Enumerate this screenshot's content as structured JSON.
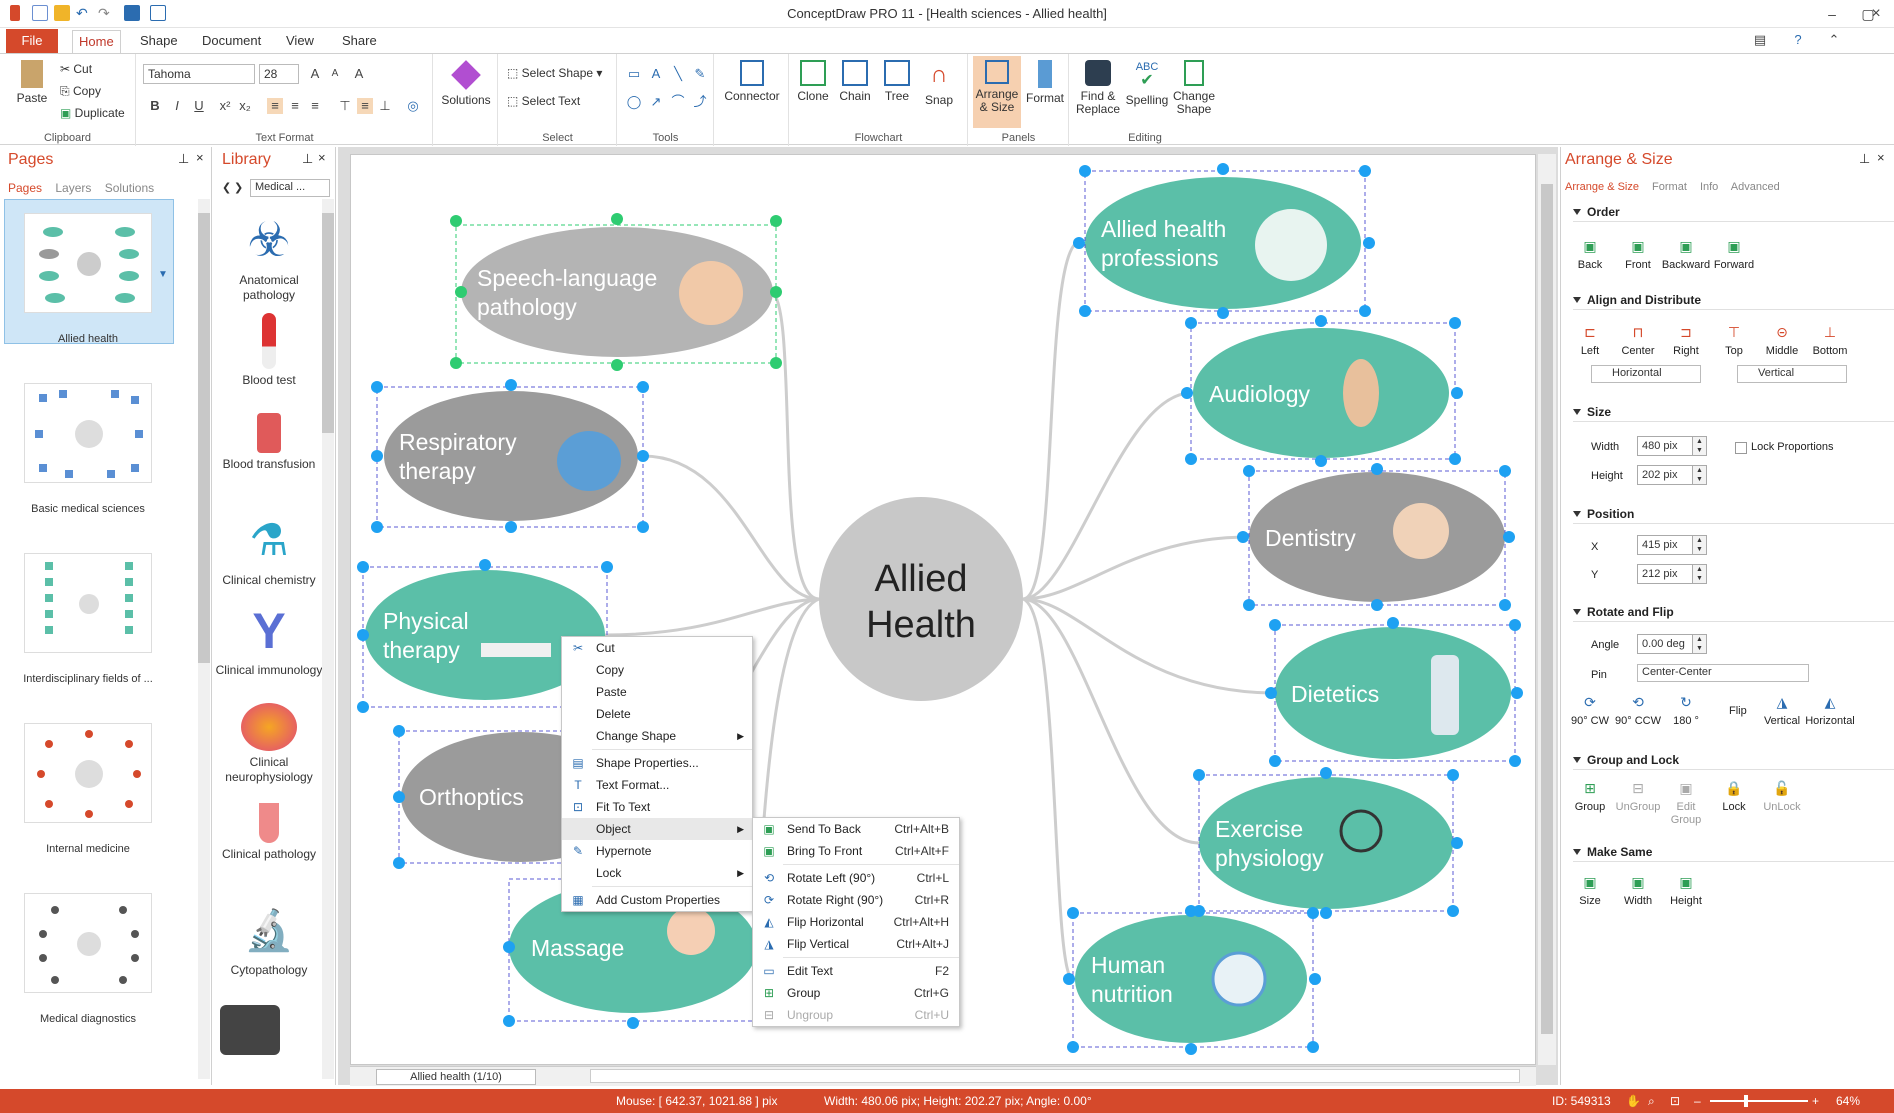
{
  "window": {
    "title": "ConceptDraw PRO 11 - [Health sciences - Allied health]"
  },
  "tabs": {
    "file": "File",
    "items": [
      "Home",
      "Shape",
      "Document",
      "View",
      "Share"
    ],
    "active": "Home"
  },
  "ribbon": {
    "clipboard": {
      "label": "Clipboard",
      "paste": "Paste",
      "cut": "Cut",
      "copy": "Copy",
      "duplicate": "Duplicate"
    },
    "text_format": {
      "label": "Text Format",
      "font": "Tahoma",
      "size": "28"
    },
    "solutions": "Solutions",
    "select": {
      "label": "Select",
      "select_shape": "Select Shape",
      "select_text": "Select Text"
    },
    "tools": {
      "label": "Tools"
    },
    "connector": "Connector",
    "flowchart": {
      "label": "Flowchart",
      "clone": "Clone",
      "chain": "Chain",
      "tree": "Tree",
      "snap": "Snap"
    },
    "panels": {
      "label": "Panels",
      "arrange": "Arrange & Size",
      "format": "Format"
    },
    "editing": {
      "label": "Editing",
      "find": "Find & Replace",
      "spelling": "Spelling",
      "change_shape": "Change Shape"
    }
  },
  "pages": {
    "title": "Pages",
    "tabs": [
      "Pages",
      "Layers",
      "Solutions"
    ],
    "items": [
      "Allied health",
      "Basic medical sciences",
      "Interdisciplinary fields of ...",
      "Internal medicine",
      "Medical diagnostics"
    ]
  },
  "library": {
    "title": "Library",
    "dropdown": "Medical ...",
    "items": [
      "Anatomical pathology",
      "Blood test",
      "Blood transfusion",
      "Clinical chemistry",
      "Clinical immunology",
      "Clinical neurophysiology",
      "Clinical pathology",
      "Cytopathology"
    ]
  },
  "diagram": {
    "center": [
      "Allied",
      "Health"
    ],
    "nodes": [
      {
        "label": [
          "Speech-language",
          "pathology"
        ]
      },
      {
        "label": [
          "Respiratory",
          "therapy"
        ]
      },
      {
        "label": [
          "Physical",
          "therapy"
        ]
      },
      {
        "label": [
          "Orthoptics"
        ]
      },
      {
        "label": [
          "Massage"
        ]
      },
      {
        "label": [
          "Allied health",
          "professions"
        ]
      },
      {
        "label": [
          "Audiology"
        ]
      },
      {
        "label": [
          "Dentistry"
        ]
      },
      {
        "label": [
          "Dietetics"
        ]
      },
      {
        "label": [
          "Exercise",
          "physiology"
        ]
      },
      {
        "label": [
          "Human",
          "nutrition"
        ]
      }
    ]
  },
  "context_menu": {
    "items": [
      {
        "label": "Cut"
      },
      {
        "label": "Copy"
      },
      {
        "label": "Paste"
      },
      {
        "label": "Delete"
      },
      {
        "label": "Change Shape"
      },
      {
        "label": "Shape Properties..."
      },
      {
        "label": "Text Format..."
      },
      {
        "label": "Fit To Text"
      },
      {
        "label": "Object"
      },
      {
        "label": "Hypernote"
      },
      {
        "label": "Lock"
      },
      {
        "label": "Add Custom Properties"
      }
    ],
    "submenu": [
      {
        "label": "Send To Back",
        "shortcut": "Ctrl+Alt+B"
      },
      {
        "label": "Bring To Front",
        "shortcut": "Ctrl+Alt+F"
      },
      {
        "label": "Rotate Left (90°)",
        "shortcut": "Ctrl+L"
      },
      {
        "label": "Rotate Right (90°)",
        "shortcut": "Ctrl+R"
      },
      {
        "label": "Flip Horizontal",
        "shortcut": "Ctrl+Alt+H"
      },
      {
        "label": "Flip Vertical",
        "shortcut": "Ctrl+Alt+J"
      },
      {
        "label": "Edit Text",
        "shortcut": "F2"
      },
      {
        "label": "Group",
        "shortcut": "Ctrl+G"
      },
      {
        "label": "Ungroup",
        "shortcut": "Ctrl+U"
      }
    ]
  },
  "arrange": {
    "title": "Arrange & Size",
    "tabs": [
      "Arrange & Size",
      "Format",
      "Info",
      "Advanced"
    ],
    "order": {
      "title": "Order",
      "buttons": [
        "Back",
        "Front",
        "Backward",
        "Forward"
      ]
    },
    "align": {
      "title": "Align and Distribute",
      "buttons": [
        "Left",
        "Center",
        "Right",
        "Top",
        "Middle",
        "Bottom"
      ],
      "horizontal": "Horizontal",
      "vertical": "Vertical"
    },
    "size": {
      "title": "Size",
      "width_label": "Width",
      "width": "480 pix",
      "height_label": "Height",
      "height": "202 pix",
      "lock": "Lock Proportions"
    },
    "position": {
      "title": "Position",
      "x_label": "X",
      "x": "415 pix",
      "y_label": "Y",
      "y": "212 pix"
    },
    "rotate": {
      "title": "Rotate and Flip",
      "angle_label": "Angle",
      "angle": "0.00 deg",
      "pin_label": "Pin",
      "pin": "Center-Center",
      "buttons": [
        "90° CW",
        "90° CCW",
        "180 °",
        "Vertical",
        "Horizontal"
      ],
      "flip": "Flip"
    },
    "group": {
      "title": "Group and Lock",
      "buttons": [
        "Group",
        "UnGroup",
        "Edit Group",
        "Lock",
        "UnLock"
      ]
    },
    "same": {
      "title": "Make Same",
      "buttons": [
        "Size",
        "Width",
        "Height"
      ]
    }
  },
  "pager": {
    "label": "Allied health (1/10)"
  },
  "status": {
    "mouse": "Mouse: [ 642.37, 1021.88 ] pix",
    "dims": "Width: 480.06 pix;  Height: 202.27 pix;  Angle: 0.00°",
    "id": "ID: 549313",
    "zoom": "64%"
  }
}
